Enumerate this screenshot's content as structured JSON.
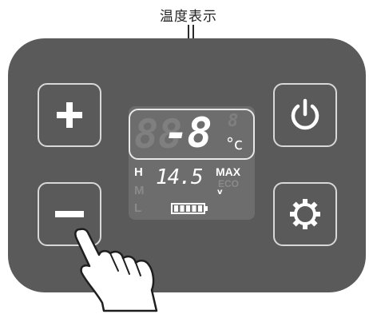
{
  "callout": {
    "label": "温度表示"
  },
  "buttons": {
    "plus": {
      "icon": "plus-icon"
    },
    "minus": {
      "icon": "minus-icon"
    },
    "power": {
      "icon": "power-icon"
    },
    "settings": {
      "icon": "gear-icon"
    }
  },
  "display": {
    "temperature": "-8",
    "temperature_unit": "°c",
    "voltage": "14.5",
    "voltage_unit": "v",
    "max_label": "MAX",
    "eco_label": "ECO",
    "modes": [
      {
        "label": "H",
        "active": true
      },
      {
        "label": "M",
        "active": false
      },
      {
        "label": "L",
        "active": false
      }
    ],
    "battery_level": 1.0
  },
  "colors": {
    "panel": "#5a5a5a",
    "display_bg": "#6d6d6d",
    "lit": "#ffffff",
    "unlit": "#858585",
    "button_border": "#d8d8d8"
  }
}
